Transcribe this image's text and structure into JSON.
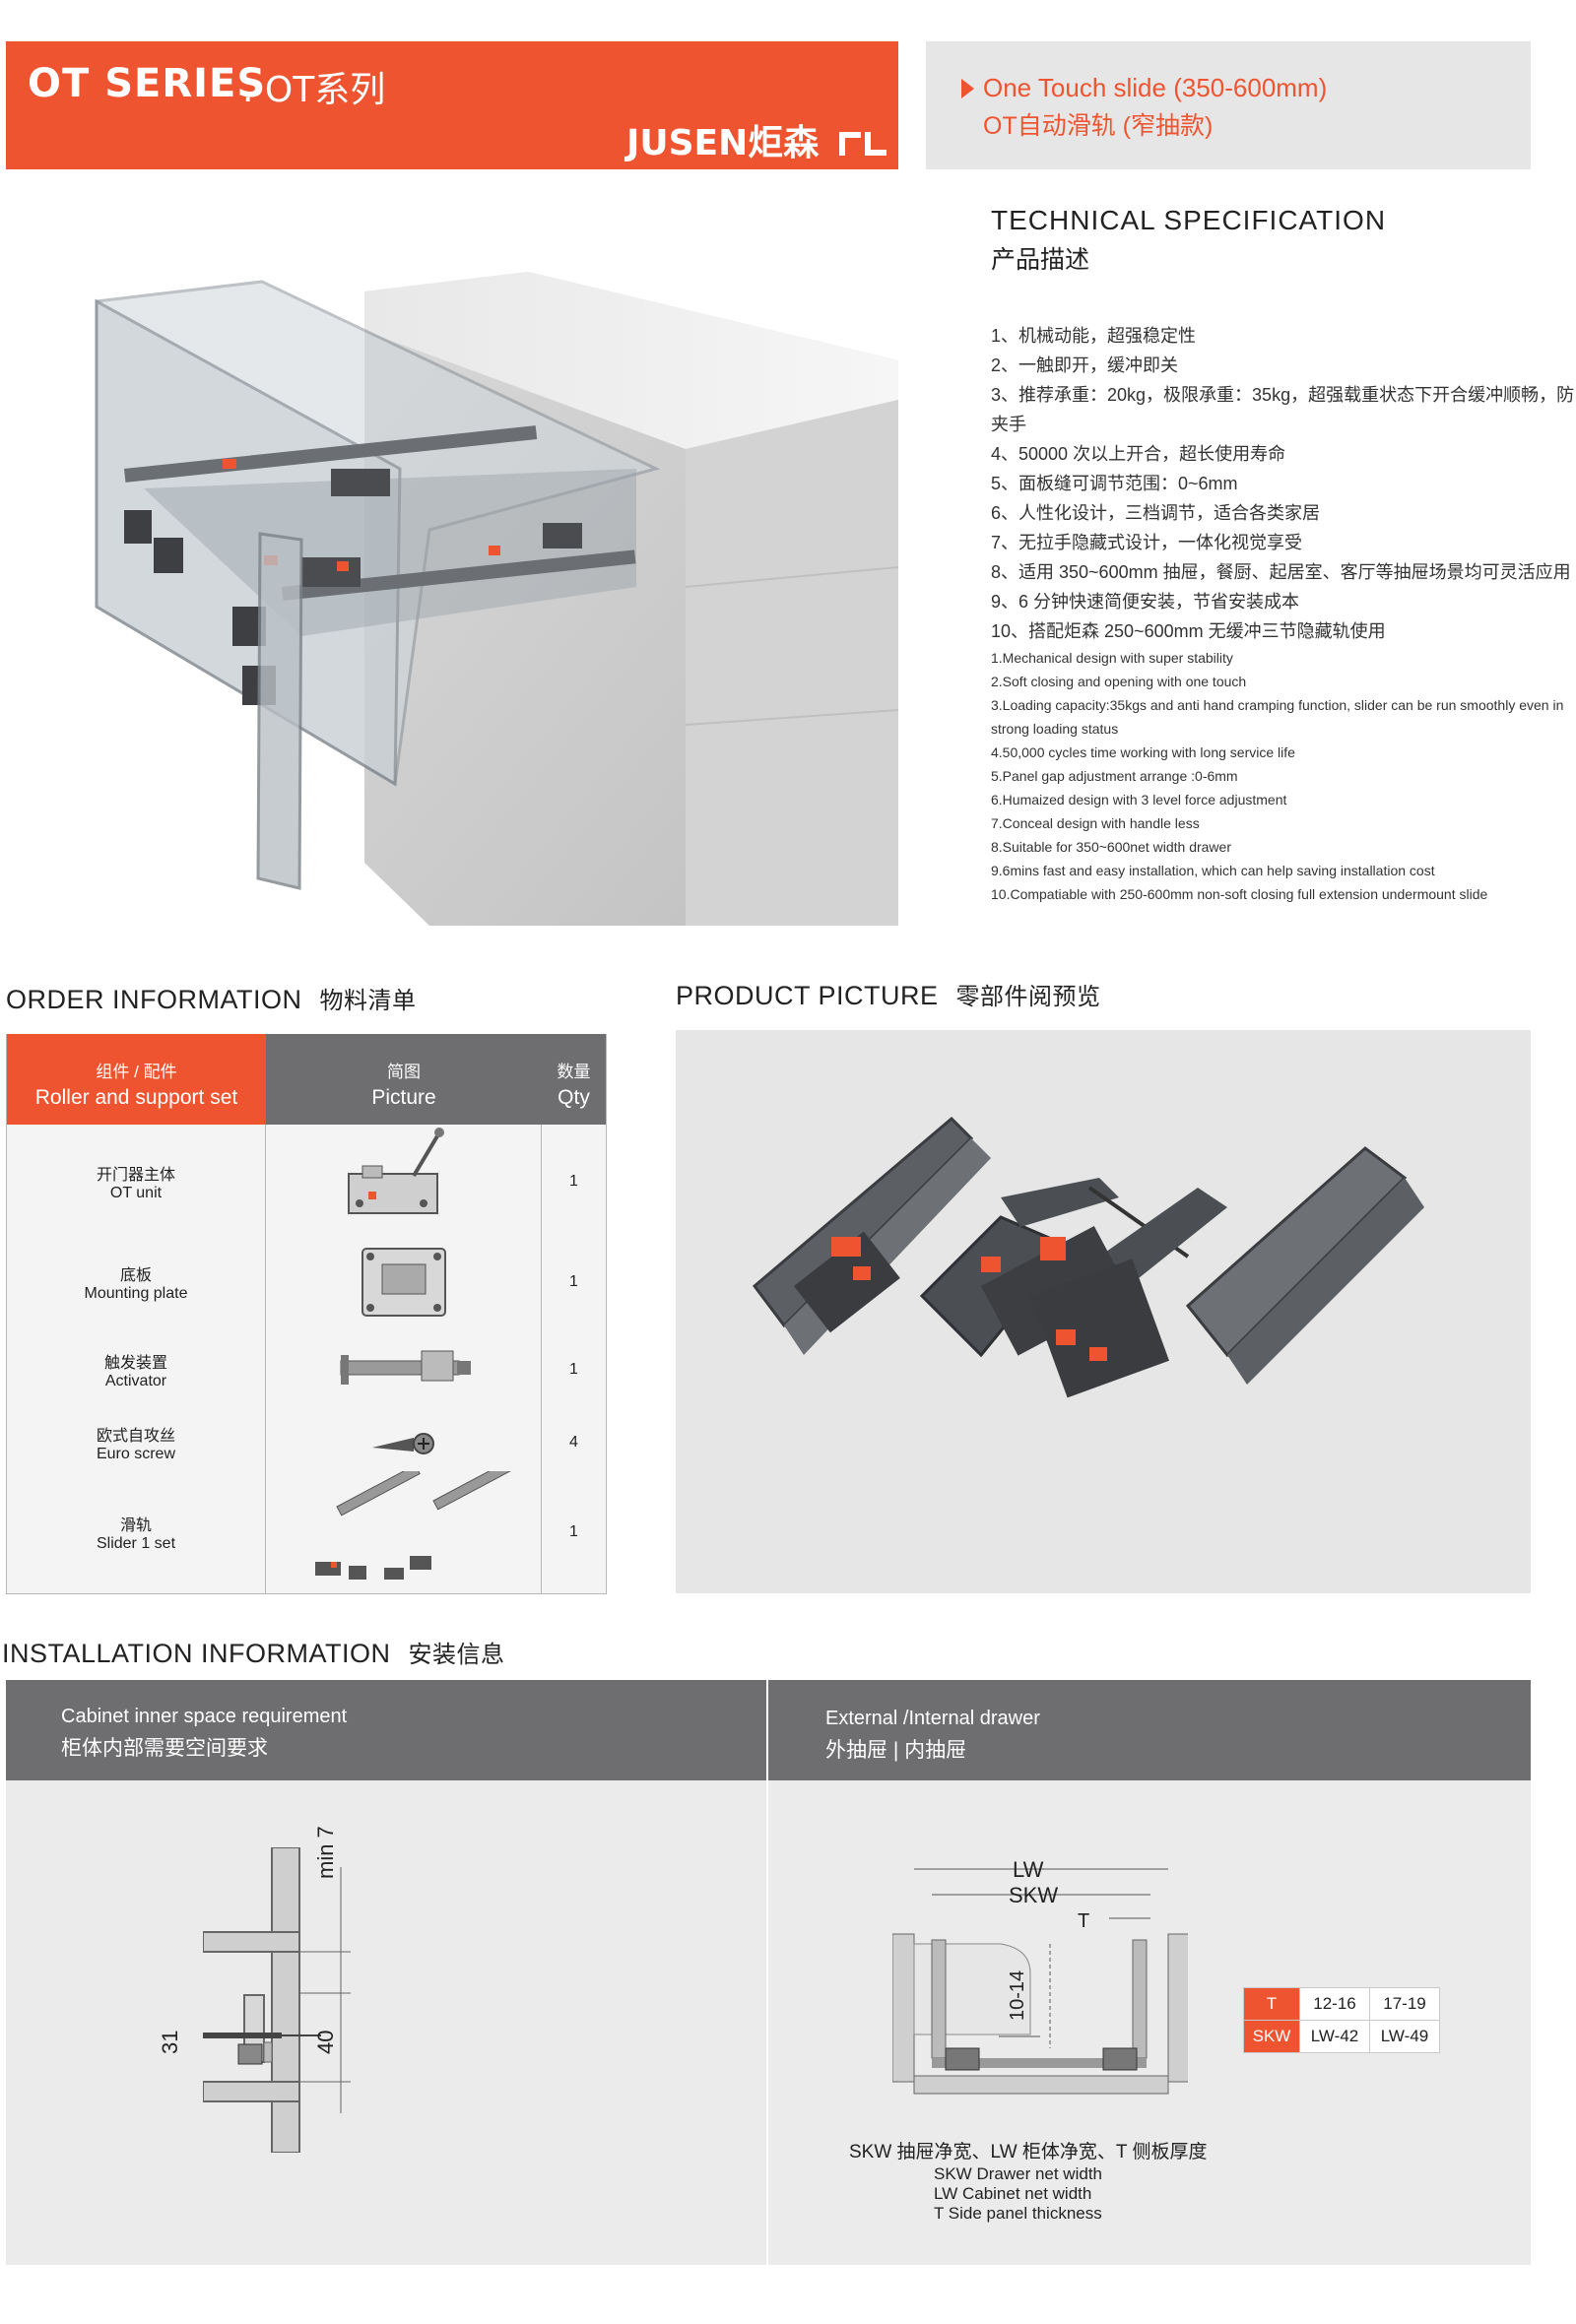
{
  "header": {
    "series": "OT SERIES",
    "series_cn": ". OT系列",
    "brand": "JUSEN炬森",
    "subtitle_en": "One Touch slide (350-600mm)",
    "subtitle_cn": "OT自动滑轨 (窄抽款)"
  },
  "spec": {
    "title": "TECHNICAL SPECIFICATION",
    "title_cn": "产品描述",
    "items_cn": [
      "1、机械动能，超强稳定性",
      "2、一触即开，缓冲即关",
      "3、推荐承重：20kg，极限承重：35kg，超强载重状态下开合缓冲顺畅，防夹手",
      "4、50000 次以上开合，超长使用寿命",
      "5、面板缝可调节范围：0~6mm",
      "6、人性化设计，三档调节，适合各类家居",
      "7、无拉手隐藏式设计，一体化视觉享受",
      "8、适用 350~600mm 抽屉，餐厨、起居室、客厅等抽屉场景均可灵活应用",
      "9、6 分钟快速简便安装，节省安装成本",
      "10、搭配炬森 250~600mm 无缓冲三节隐藏轨使用"
    ],
    "items_en": [
      "1.Mechanical design with super stability",
      "2.Soft closing and opening with one touch",
      "3.Loading capacity:35kgs and anti hand cramping function, slider can be run smoothly even in strong loading status",
      "4.50,000 cycles time working with long service life",
      "5.Panel gap adjustment arrange :0-6mm",
      "6.Humaized design with 3 level force adjustment",
      "7.Conceal design with handle less",
      "8.Suitable for 350~600net width drawer",
      "9.6mins fast and easy installation, which can help saving installation cost",
      "10.Compatiable with 250-600mm non-soft closing full extension undermount slide"
    ]
  },
  "order": {
    "title": "ORDER INFORMATION",
    "title_cn": "物料清单",
    "headers": {
      "col1_cn": "组件 / 配件",
      "col1_en": "Roller and support set",
      "col2_cn": "简图",
      "col2_en": "Picture",
      "col3_cn": "数量",
      "col3_en": "Qty"
    },
    "rows": [
      {
        "cn": "开门器主体",
        "en": "OT unit",
        "qty": "1"
      },
      {
        "cn": "底板",
        "en": "Mounting plate",
        "qty": "1"
      },
      {
        "cn": "触发装置",
        "en": "Activator",
        "qty": "1"
      },
      {
        "cn": "欧式自攻丝",
        "en": "Euro screw",
        "qty": "4"
      },
      {
        "cn": "滑轨",
        "en": "Slider 1 set",
        "qty": "1"
      }
    ]
  },
  "product": {
    "title": "PRODUCT PICTURE",
    "title_cn": "零部件阅预览"
  },
  "install": {
    "title": "INSTALLATION INFORMATION",
    "title_cn": "安装信息",
    "left_en": "Cabinet inner space requirement",
    "left_cn": "柜体内部需要空间要求",
    "right_en": "External /Internal drawer",
    "right_cn": "外抽屉 | 内抽屉",
    "dims_left": {
      "min": "min 7",
      "h31": "31",
      "h40": "40"
    },
    "dims_right": {
      "lw": "LW",
      "skw": "SKW",
      "t": "T",
      "range": "10-14"
    },
    "legend": {
      "row1": [
        "T",
        "12-16",
        "17-19"
      ],
      "row2": [
        "SKW",
        "LW-42",
        "LW-49"
      ]
    },
    "caption_cn": "SKW 抽屉净宽、LW 柜体净宽、T 侧板厚度",
    "caption_en": [
      "SKW Drawer net width",
      "LW Cabinet net width",
      "T Side panel thickness"
    ]
  },
  "colors": {
    "accent": "#ef5430",
    "header_gray": "#6e6e70",
    "panel_gray": "#e6e6e6"
  }
}
